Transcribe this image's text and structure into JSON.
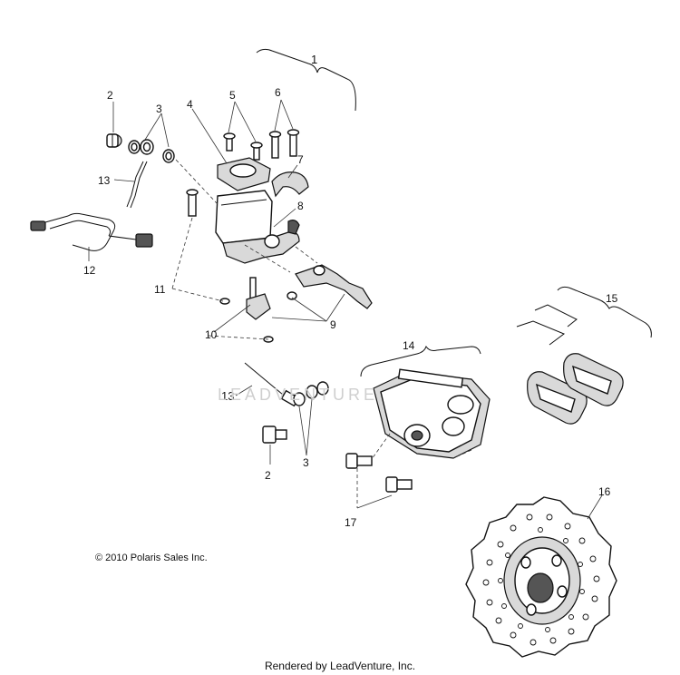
{
  "callouts": {
    "c1": "1",
    "c2a": "2",
    "c2b": "2",
    "c3a": "3",
    "c3b": "3",
    "c4": "4",
    "c5": "5",
    "c6": "6",
    "c7": "7",
    "c8": "8",
    "c9": "9",
    "c10": "10",
    "c11": "11",
    "c12": "12",
    "c13a": "13",
    "c13b": "13",
    "c14": "14",
    "c15": "15",
    "c16": "16",
    "c17": "17"
  },
  "copyright": "© 2010 Polaris Sales Inc.",
  "rendered_by": "Rendered by LeadVenture, Inc.",
  "watermark": "LEADVENTURE"
}
